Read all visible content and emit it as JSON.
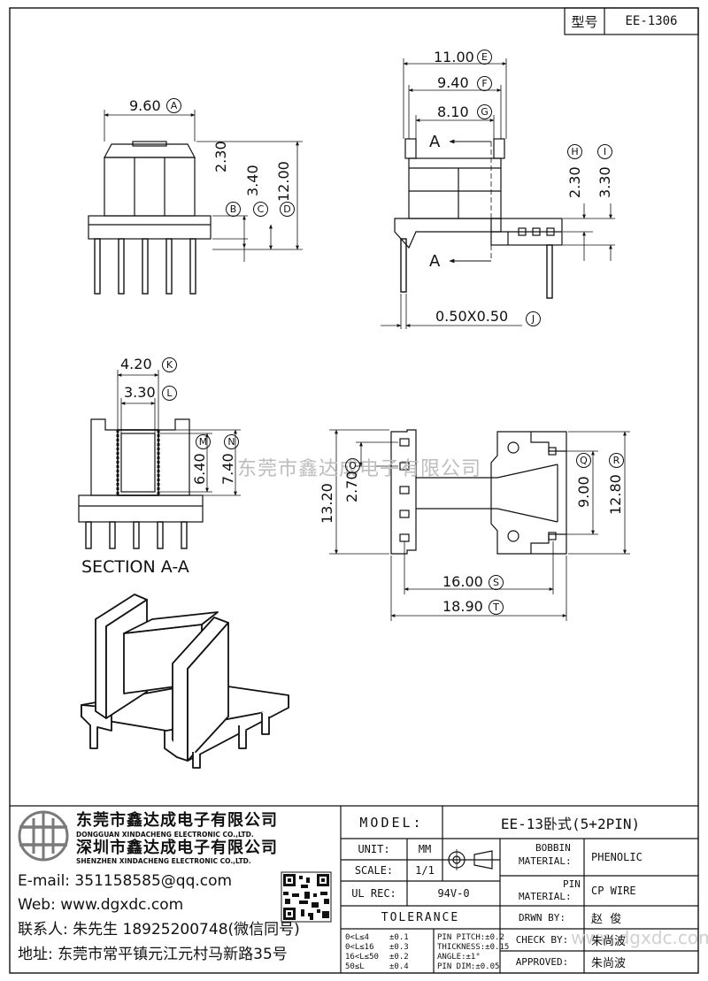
{
  "header": {
    "type_label": "型号",
    "type_value": "EE-1306"
  },
  "dims_top_left": {
    "a": "9.60",
    "b": "2.30",
    "c": "3.40",
    "d": "12.00"
  },
  "dims_top_right": {
    "e": "11.00",
    "f": "9.40",
    "g": "8.10",
    "h": "2.30",
    "i": "3.30",
    "j": "0.50X0.50",
    "section_mark": "A"
  },
  "section": {
    "k": "4.20",
    "l": "3.30",
    "m": "6.40",
    "n": "7.40",
    "title": "SECTION A-A"
  },
  "dims_bottom_view": {
    "height": "13.20",
    "pitch": "2.70",
    "q": "9.00",
    "r": "12.80",
    "s": "16.00",
    "t": "18.90"
  },
  "circle_letters": {
    "a": "A",
    "b": "B",
    "c": "C",
    "d": "D",
    "e": "E",
    "f": "F",
    "g": "G",
    "h": "H",
    "i": "I",
    "j": "J",
    "k": "K",
    "l": "L",
    "m": "M",
    "n": "N",
    "o": "O",
    "q": "Q",
    "r": "R",
    "s": "S",
    "t": "T"
  },
  "watermark": "东莞市鑫达成电子有限公司",
  "watermark_url": "www.dgxdc.com",
  "company": {
    "name_dg_cn": "东莞市鑫达成电子有限公司",
    "name_dg_en": "DONGGUAN XINDACHENG ELECTRONIC CO.,LTD.",
    "name_sz_cn": "深圳市鑫达成电子有限公司",
    "name_sz_en": "SHENZHEN XINDACHENG ELECTRONIC CO.,LTD.",
    "email": "E-mail: 351158585@qq.com",
    "web": "Web: www.dgxdc.com",
    "contact": "联系人: 朱先生 18925200748(微信同号)",
    "address": "地址: 东莞市常平镇元江元村马新路35号"
  },
  "titleblock": {
    "model_label": "MODEL:",
    "model_value": "EE-13卧式(5+2PIN)",
    "unit_label": "UNIT:",
    "unit_value": "MM",
    "scale_label": "SCALE:",
    "scale_value": "1/1",
    "ul_label": "UL REC:",
    "ul_value": "94V-0",
    "tolerance_label": "TOLERANCE",
    "bobbin_label_1": "BOBBIN",
    "bobbin_label_2": "MATERIAL:",
    "bobbin_value": "PHENOLIC",
    "pin_label_1": "PIN",
    "pin_label_2": "MATERIAL:",
    "pin_value": "CP WIRE",
    "drawn_label": "DRWN BY:",
    "drawn_value": "赵  俊",
    "check_label": "CHECK BY:",
    "check_value": "朱尚波",
    "approved_label": "APPROVED:",
    "approved_value": "朱尚波",
    "tol_rows": [
      {
        "range": "0<L≤4",
        "tol": "±0.1",
        "item": "PIN PITCH:±0.2"
      },
      {
        "range": "0<L≤16",
        "tol": "±0.3",
        "item": "THICKNESS:±0.15"
      },
      {
        "range": "16<L≤50",
        "tol": "±0.2",
        "item": "ANGLE:±1°"
      },
      {
        "range": "50≤L",
        "tol": "±0.4",
        "item": "PIN DIM:±0.05"
      }
    ]
  },
  "colors": {
    "line": "#111111",
    "watermark": "#bdbdbd",
    "logo": "#7a7a7a"
  }
}
